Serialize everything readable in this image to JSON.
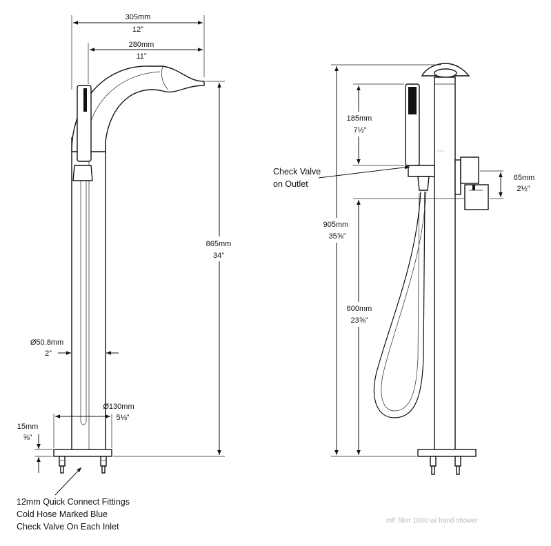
{
  "left_view": {
    "width_overall": {
      "mm": "305mm",
      "in": "12”"
    },
    "spout_reach": {
      "mm": "280mm",
      "in": "11”"
    },
    "height": {
      "mm": "865mm",
      "in": "34”"
    },
    "body_diameter": {
      "mm": "Ø50.8mm",
      "in": "2”"
    },
    "base_diameter": {
      "mm": "Ø130mm",
      "in": "5⅛”"
    },
    "base_thickness": {
      "mm": "15mm",
      "in": "⅝”"
    }
  },
  "right_view": {
    "handshower_length": {
      "mm": "185mm",
      "in": "7½”"
    },
    "check_valve_label": [
      "Check Valve",
      "on Outlet"
    ],
    "handle_offset": {
      "mm": "65mm",
      "in": "2½”"
    },
    "overall_height": {
      "mm": "905mm",
      "in": "35⅝”"
    },
    "holder_height": {
      "mm": "600mm",
      "in": "23⅝”"
    }
  },
  "notes": [
    "12mm Quick Connect Fittings",
    "Cold Hose Marked Blue",
    "Check Valve On Each Inlet"
  ],
  "watermark": "mfr filler 1000 w/ hand shower"
}
